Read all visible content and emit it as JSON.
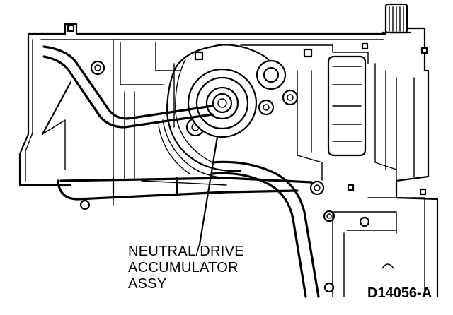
{
  "callout": {
    "lines": [
      "NEUTRAL/DRIVE",
      "ACCUMULATOR",
      "ASSY"
    ]
  },
  "figure_id": "D14056-A",
  "colors": {
    "ink": "#000000",
    "paper": "#ffffff"
  }
}
